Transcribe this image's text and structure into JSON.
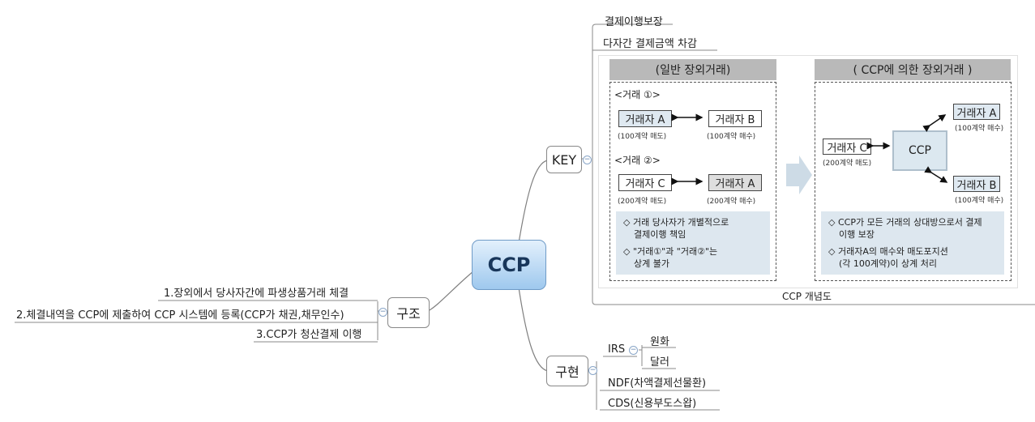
{
  "root": {
    "label": "CCP"
  },
  "branches": {
    "key": {
      "label": "KEY",
      "children": [
        "결제이행보장",
        "다자간 결제금액 차감"
      ],
      "figure": {
        "caption": "CCP 개념도",
        "left_panel": {
          "title": "(일반 장외거래)",
          "trade1_label": "<거래 ①>",
          "trade2_label": "<거래 ②>",
          "t1_party_a": "거래자 A",
          "t1_party_a_note": "(100계약 매도)",
          "t1_party_b": "거래자 B",
          "t1_party_b_note": "(100계약 매수)",
          "t2_party_c": "거래자 C",
          "t2_party_c_note": "(200계약 매도)",
          "t2_party_a": "거래자 A",
          "t2_party_a_note": "(200계약 매수)",
          "notes": [
            "◇ 거래 당사자가 개별적으로",
            "결제이행 책임",
            "◇ \"거래①\"과 \"거래②\"는",
            "상계 불가"
          ]
        },
        "right_panel": {
          "title": "( CCP에 의한 장외거래 )",
          "party_c": "거래자 C",
          "party_c_note": "(200계약 매도)",
          "ccp": "CCP",
          "party_a": "거래자 A",
          "party_a_note": "(100계약 매수)",
          "party_b": "거래자 B",
          "party_b_note": "(100계약 매수)",
          "notes": [
            "◇ CCP가 모든 거래의 상대방으로서 결제",
            "이행 보장",
            "◇ 거래자A의 매수와 매도포지션",
            "(각 100계약)이 상계 처리"
          ]
        }
      }
    },
    "structure": {
      "label": "구조",
      "children": [
        "1.장외에서 당사자간에 파생상품거래 체결",
        "2.체결내역을 CCP에 제출하여 CCP 시스템에 등록(CCP가 채권,채무인수)",
        "3.CCP가 청산결제 이행"
      ]
    },
    "implementation": {
      "label": "구현",
      "irs": {
        "label": "IRS",
        "children": [
          "원화",
          "달러"
        ]
      },
      "children": [
        "NDF(차액결제선물환)",
        "CDS(신용부도스왑)"
      ]
    }
  },
  "colors": {
    "root_top": "#e3f0fc",
    "root_bottom": "#9ec8ee",
    "note_bg": "#dde7ef",
    "panel_head": "#b9b9b9",
    "ccp_box": "#dce8f0"
  }
}
